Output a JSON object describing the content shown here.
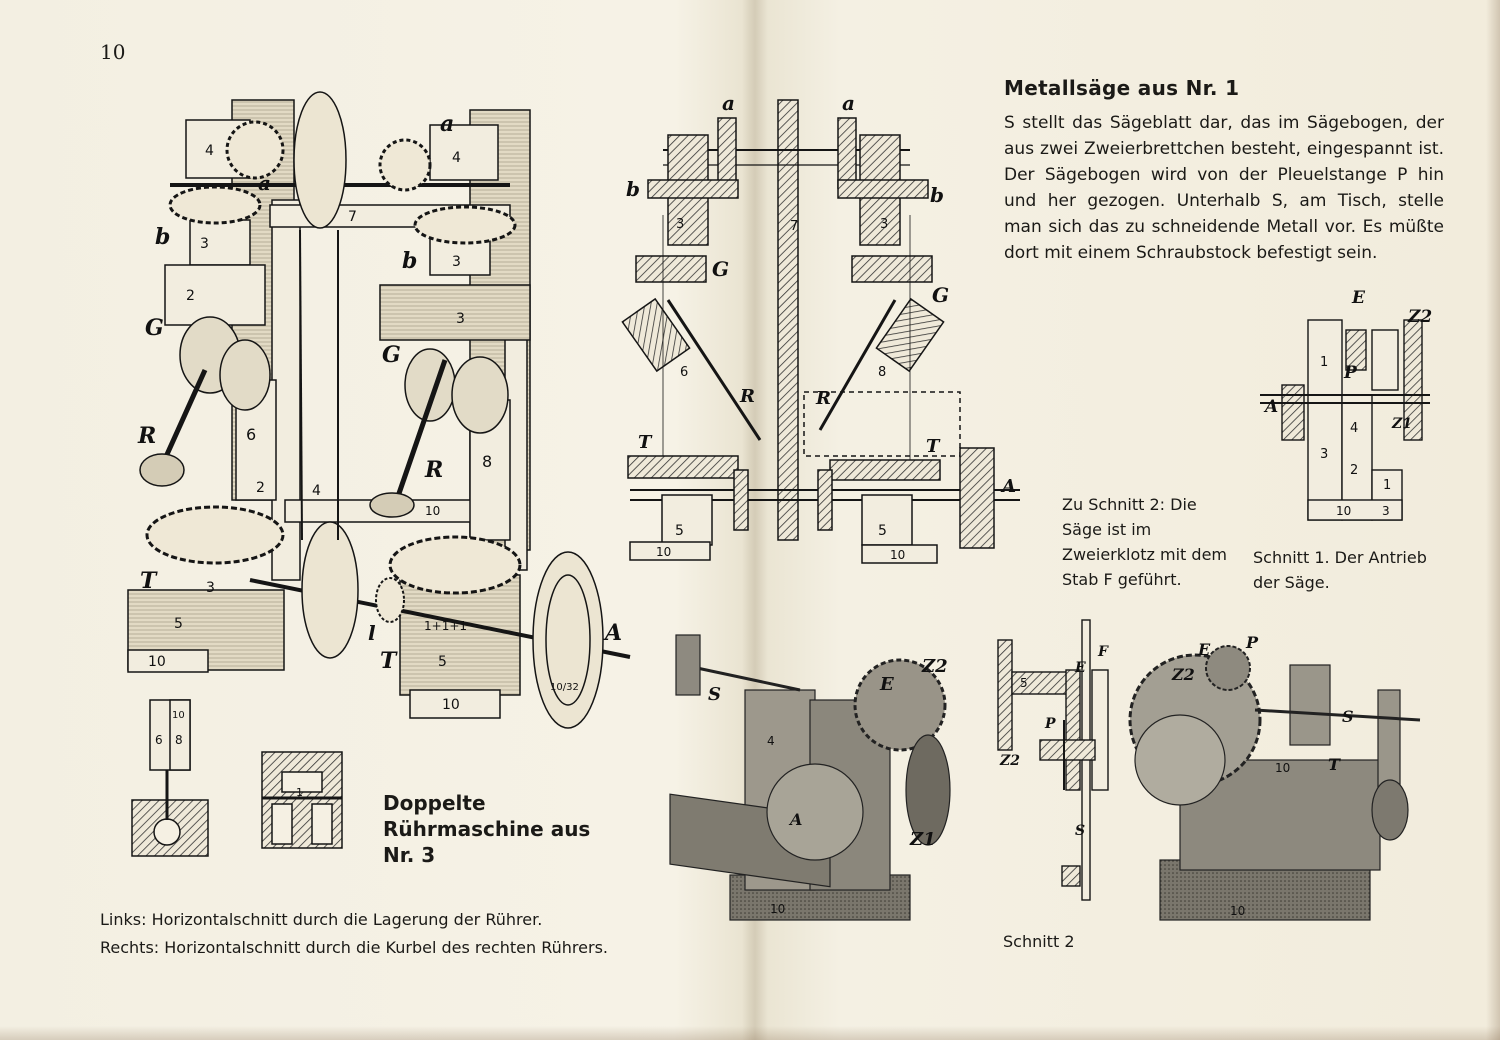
{
  "page_number": "10",
  "saw": {
    "title": "Metallsäge aus Nr. 1",
    "paragraph": "S stellt das Sägeblatt dar, das im Sägebogen, der aus zwei Zweierbrettchen besteht, eingespannt ist. Der Sägebogen wird von der Pleuelstange P hin und her gezogen. Unterhalb S, am Tisch, stelle man sich das zu schneidende Metall vor. Es müßte dort mit einem Schraubstock befestigt sein.",
    "caption_schnitt2_note": "Zu Schnitt 2: Die Säge ist im Zweierklotz mit dem Stab F geführt.",
    "caption_schnitt1": "Schnitt 1. Der Antrieb der Säge.",
    "caption_schnitt2": "Schnitt 2"
  },
  "stirrer": {
    "title_line1": "Doppelte",
    "title_line2": "Rührmaschine aus",
    "title_line3": "Nr. 3",
    "caption_left": "Links: Horizontalschnitt durch die Lagerung der Rührer.",
    "caption_right": "Rechts: Horizontalschnitt durch die Kurbel des rechten Rührers."
  },
  "figure_labels": {
    "a": "a",
    "b": "b",
    "G": "G",
    "R": "R",
    "T": "T",
    "A": "A",
    "l": "l",
    "E": "E",
    "P": "P",
    "S": "S",
    "F": "F",
    "Z1": "Z1",
    "Z2": "Z2",
    "n10": "10",
    "n2": "2",
    "n3": "3",
    "n4": "4",
    "n5": "5",
    "n6": "6",
    "n7": "7",
    "n8": "8",
    "n1": "1",
    "n1p1p1": "1+1+1",
    "signature": "10/32"
  },
  "colors": {
    "paper": "#f3efe2",
    "ink": "#1b1a17",
    "wood": "#d8d1bd",
    "shadow": "#5e5a52"
  }
}
